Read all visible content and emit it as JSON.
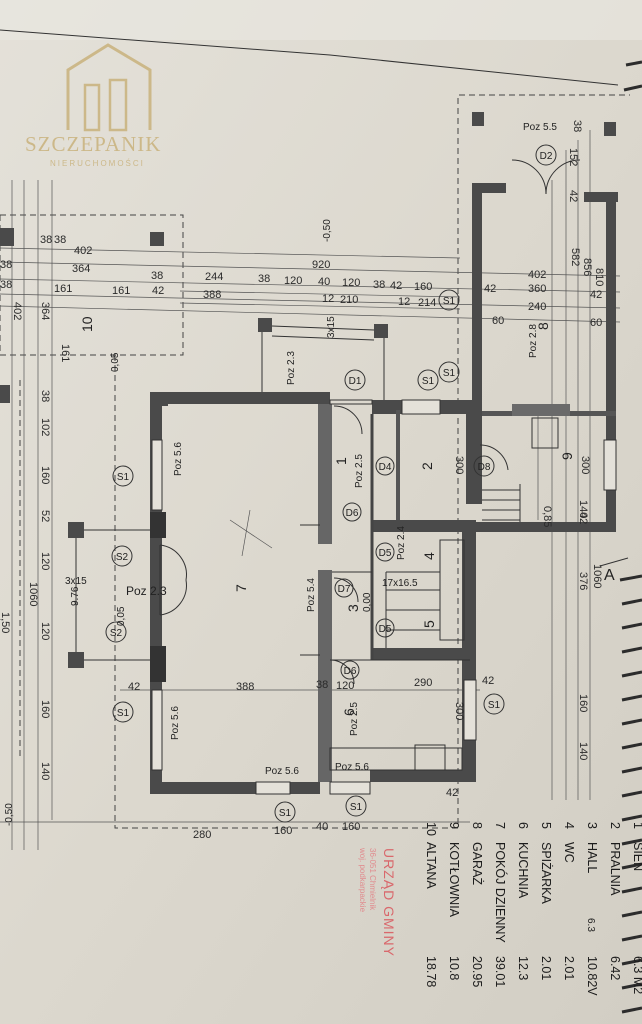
{
  "logo": {
    "name": "SZCZEPANIK",
    "subtitle": "NIERUCHOMOŚCI"
  },
  "marker": "A",
  "levels": [
    "-0,50",
    "0,05",
    "0,00",
    "-0,50",
    "0,05"
  ],
  "symbols": {
    "window": "S1",
    "window2": "S2",
    "door1": "D1",
    "door2": "D2",
    "door4": "D4",
    "door5": "D5",
    "door6": "D6",
    "door7": "D7",
    "door8": "D8"
  },
  "plan_labels": {
    "poz_5_5": "Poz 5.5",
    "poz_5_6": "Poz 5.6",
    "poz_2_3": "Poz 2.3",
    "poz_2_5": "Poz 2.5",
    "poz_2_8": "Poz 2.8",
    "poz_5_4": "Poz 5.4",
    "poz_2_4": "Poz 2.4",
    "s_3x15": "3x15",
    "s_3x15b": "3x15",
    "s_17x16": "17x16.5",
    "s_976": "9.76"
  },
  "room_numbers": {
    "r1": "1",
    "r2": "2",
    "r3": "3",
    "r4": "4",
    "r5": "5",
    "r6": "6",
    "r7": "7",
    "r8": "8",
    "r9": "9",
    "r10": "10"
  },
  "dims_h": {
    "d402": "402",
    "d920": "920",
    "d364": "364",
    "d244": "244",
    "d38a": "38",
    "d120a": "120",
    "d40a": "40",
    "d120b": "120",
    "d38b": "38",
    "d42a": "42",
    "d160a": "160",
    "d388a": "388",
    "d161a": "161",
    "d161b": "161",
    "d38c": "38",
    "d12": "12",
    "d210": "210",
    "d214": "214",
    "d12b": "12",
    "d360": "360",
    "d402b": "402",
    "d240": "240",
    "d42b": "42",
    "d60": "60",
    "d42c": "42",
    "d60b": "60",
    "d388b": "388",
    "d38d": "38",
    "d120c": "120",
    "d290": "290",
    "d42d": "42",
    "d280": "280",
    "d160b": "160",
    "d40b": "40",
    "d160c": "160",
    "d38e": "38",
    "d38f": "38",
    "d38g": "38",
    "d38h": "38",
    "d42e": "42",
    "d42f": "42",
    "d42g": "42"
  },
  "dims_v": {
    "v810": "810",
    "v856": "856",
    "v582": "582",
    "v152": "152",
    "v42": "42",
    "v38": "38",
    "v300a": "300",
    "v300b": "300",
    "v140a": "140",
    "v42b": "42",
    "v085": "0,85",
    "v1060": "1060",
    "v376": "376",
    "v160": "160",
    "v140b": "140",
    "v300c": "300",
    "v160l": "160",
    "v102": "102",
    "v52": "52",
    "v38l": "38",
    "v120l": "120",
    "v120m": "120",
    "v160m": "160",
    "v140l": "140",
    "v1060l": "1060",
    "v364": "364",
    "v402l": "402",
    "v161": "161",
    "v150": "1,50"
  },
  "legend": [
    {
      "no": "1",
      "name": "SIEŃ",
      "area": "6.3 M2"
    },
    {
      "no": "2",
      "name": "PRALNIA",
      "area": "6.42"
    },
    {
      "no": "3",
      "name": "HALL",
      "note": "6.3",
      "area": "10.82V"
    },
    {
      "no": "4",
      "name": "WC",
      "area": "2.01"
    },
    {
      "no": "5",
      "name": "SPIŻARKA",
      "area": "2.01"
    },
    {
      "no": "6",
      "name": "KUCHNIA",
      "area": "12.3"
    },
    {
      "no": "7",
      "name": "POKÓJ DZIENNY",
      "area": "39.01"
    },
    {
      "no": "8",
      "name": "GARAŻ",
      "area": "20.95"
    },
    {
      "no": "9",
      "name": "KOTŁOWNIA",
      "area": "10.8"
    },
    {
      "no": "10",
      "name": "ALTANA",
      "area": "18.78"
    }
  ],
  "stamp": {
    "title": "URZĄD GMINY",
    "line2": "36-051 Chmielnik",
    "line3": "woj. podkarpackie"
  }
}
